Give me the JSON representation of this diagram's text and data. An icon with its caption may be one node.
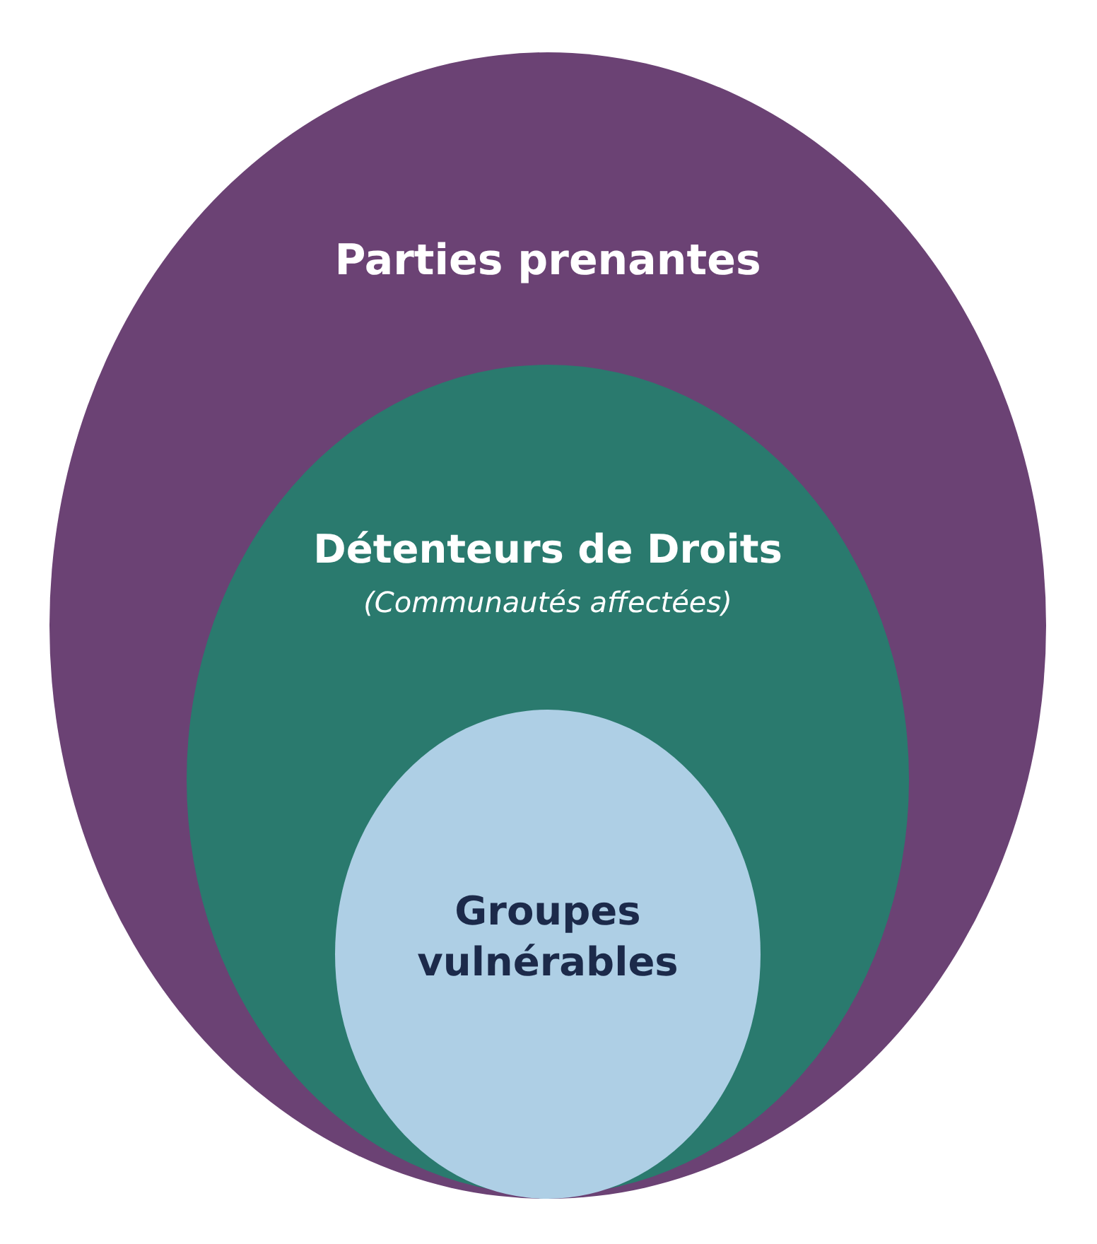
{
  "diagram": {
    "nodes": [
      {
        "text": [
          "Parties prenantes"
        ]
      },
      {
        "text": [
          "Détenteurs de Droits",
          "(Communautés affectées)"
        ],
        "in": 0
      },
      {
        "text": [
          "Groupes vulnérables"
        ],
        "in": 1
      }
    ]
  }
}
